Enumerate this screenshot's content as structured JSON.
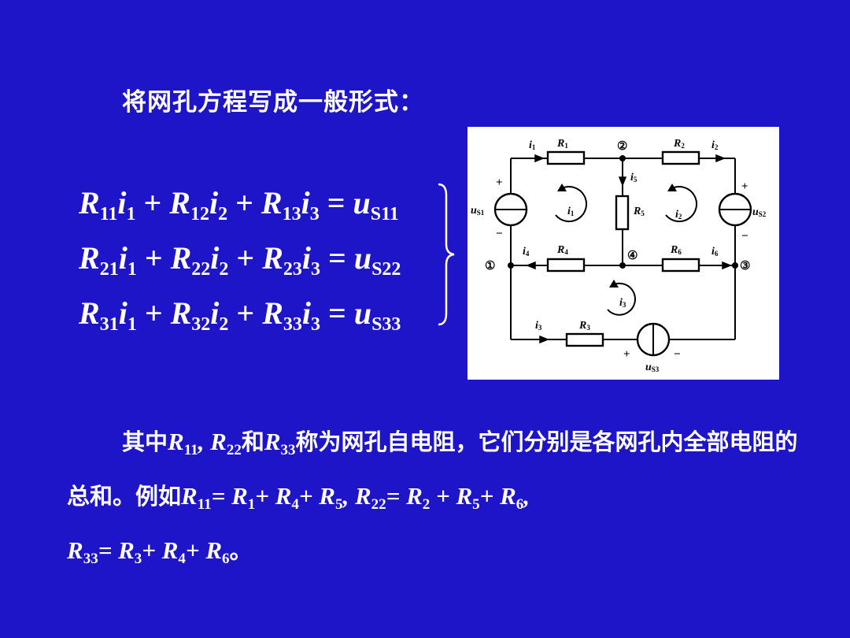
{
  "heading": "将网孔方程写成一般形式：",
  "equations": [
    {
      "a": "R",
      "as": "11",
      "ai": "i",
      "ais": "1",
      "p1": "+",
      "b": "R",
      "bs": "12",
      "bi": "i",
      "bis": "2",
      "p2": "+",
      "c": "R",
      "cs": "13",
      "ci": "i",
      "cis": "3",
      "eq": "=",
      "u": "u",
      "us": "S11"
    },
    {
      "a": "R",
      "as": "21",
      "ai": "i",
      "ais": "1",
      "p1": "+",
      "b": "R",
      "bs": "22",
      "bi": "i",
      "bis": "2",
      "p2": "+",
      "c": "R",
      "cs": "23",
      "ci": "i",
      "cis": "3",
      "eq": "=",
      "u": "u",
      "us": "S22"
    },
    {
      "a": "R",
      "as": "31",
      "ai": "i",
      "ais": "1",
      "p1": "+",
      "b": "R",
      "bs": "32",
      "bi": "i",
      "bis": "2",
      "p2": "+",
      "c": "R",
      "cs": "33",
      "ci": "i",
      "cis": "3",
      "eq": "=",
      "u": "u",
      "us": "S33"
    }
  ],
  "circuit": {
    "i1": "i",
    "i1s": "1",
    "R1": "R",
    "R1s": "1",
    "node2": "②",
    "R2": "R",
    "R2s": "2",
    "i2": "i",
    "i2s": "2",
    "i5": "i",
    "i5s": "5",
    "us1": "u",
    "us1s": "S1",
    "us2": "u",
    "us2s": "S2",
    "plus": "+",
    "minus": "−",
    "mesh1": "i",
    "mesh1s": "1",
    "R5": "R",
    "R5s": "5",
    "mesh2": "i",
    "mesh2s": "2",
    "node1": "①",
    "i4": "i",
    "i4s": "4",
    "R4": "R",
    "R4s": "4",
    "node4": "④",
    "R6": "R",
    "R6s": "6",
    "i6": "i",
    "i6s": "6",
    "node3": "③",
    "mesh3": "i",
    "mesh3s": "3",
    "i3": "i",
    "i3s": "3",
    "R3": "R",
    "R3s": "3",
    "us3": "u",
    "us3s": "S3"
  },
  "para": {
    "t1": "其中",
    "r11": "R",
    "r11s": "11",
    "c1": ", ",
    "r22": "R",
    "r22s": "22",
    "t2": "和",
    "r33": "R",
    "r33s": "33",
    "t3": "称为网孔自电阻，它们分别是各网孔内全部电阻的总和。例如",
    "e1": "R",
    "e1s": "11",
    "e1eq": "= ",
    "e1a": "R",
    "e1as": "1",
    "e1p1": "+ ",
    "e1b": "R",
    "e1bs": "4",
    "e1p2": "+ ",
    "e1c": "R",
    "e1cs": "5",
    "e1end": ", ",
    "e2": "R",
    "e2s": "22",
    "e2eq": "= ",
    "e2a": "R",
    "e2as": "2",
    "e2p1": " + ",
    "e2b": "R",
    "e2bs": "5",
    "e2p2": "+ ",
    "e2c": "R",
    "e2cs": "6",
    "e2end": ",",
    "e3": "R",
    "e3s": "33",
    "e3eq": "= ",
    "e3a": "R",
    "e3as": "3",
    "e3p1": "+ ",
    "e3b": "R",
    "e3bs": "4",
    "e3p2": "+ ",
    "e3c": "R",
    "e3cs": "6",
    "e3end": "。"
  },
  "colors": {
    "background": "#1e14c8",
    "text": "#ffffff",
    "circuit_bg": "#ffffff",
    "circuit_ink": "#000000"
  }
}
